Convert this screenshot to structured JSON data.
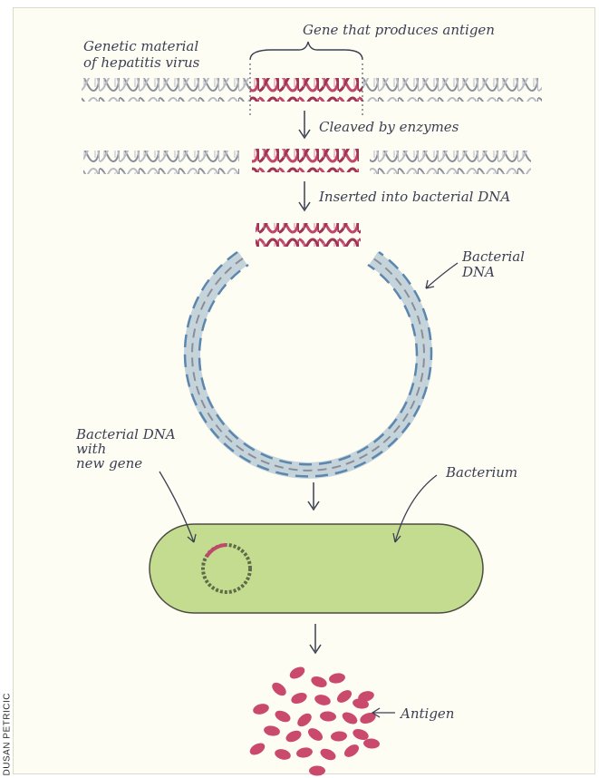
{
  "labels": {
    "genetic_material_line1": "Genetic material",
    "genetic_material_line2": "of hepatitis virus",
    "gene_that_produces": "Gene that produces antigen",
    "cleaved": "Cleaved by enzymes",
    "inserted": "Inserted into bacterial DNA",
    "bacterial_dna_line1": "Bacterial",
    "bacterial_dna_line2": "DNA",
    "with_new_gene_line1": "Bacterial DNA",
    "with_new_gene_line2": "with",
    "with_new_gene_line3": "new gene",
    "bacterium": "Bacterium",
    "antigen": "Antigen"
  },
  "credit": "DUSAN PETRICIC",
  "colors": {
    "viral_gene": "#c0486a",
    "bacterial_dna": "#5b86ad",
    "strand_outline": "#8a8e98",
    "bacterium_fill": "#c4dc90",
    "antigen": "#c94a6c",
    "ink": "#3b3f52"
  }
}
